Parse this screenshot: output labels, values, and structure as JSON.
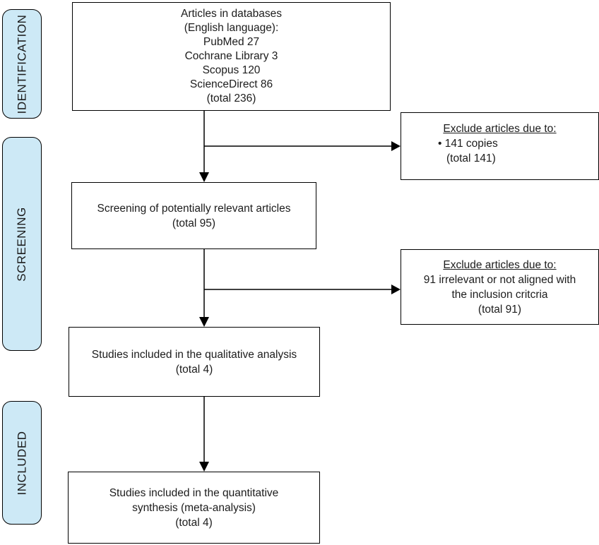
{
  "diagram": {
    "type": "prisma-flow",
    "palette": {
      "stage_fill": "#cde9f6",
      "border": "#000000",
      "background": "#ffffff",
      "text": "#1c1c1c"
    },
    "stages": [
      {
        "label": "IDENTIFICATION"
      },
      {
        "label": "SCREENING"
      },
      {
        "label": "INCLUDED"
      }
    ],
    "boxes": {
      "databases": {
        "lines": [
          "Articles in databases",
          "(English language):",
          "PubMed 27",
          "Cochrane Library 3",
          "Scopus 120",
          "ScienceDirect 86",
          "(total 236)"
        ]
      },
      "exclude1": {
        "title": "Exclude articles due to:",
        "bullet": "• 141 copies",
        "total": "(total 141)"
      },
      "screening": {
        "lines": [
          "Screening of potentially relevant articles",
          "(total 95)"
        ]
      },
      "exclude2": {
        "title": "Exclude articles due to:",
        "lines": [
          "91 irrelevant or not aligned with",
          "the inclusion critcria",
          "(total 91)"
        ]
      },
      "qualitative": {
        "lines": [
          "Studies included in the qualitative analysis",
          "(total 4)"
        ]
      },
      "quantitative": {
        "lines": [
          "Studies included in the quantitative",
          "synthesis (meta-analysis)",
          "(total 4)"
        ]
      }
    }
  }
}
